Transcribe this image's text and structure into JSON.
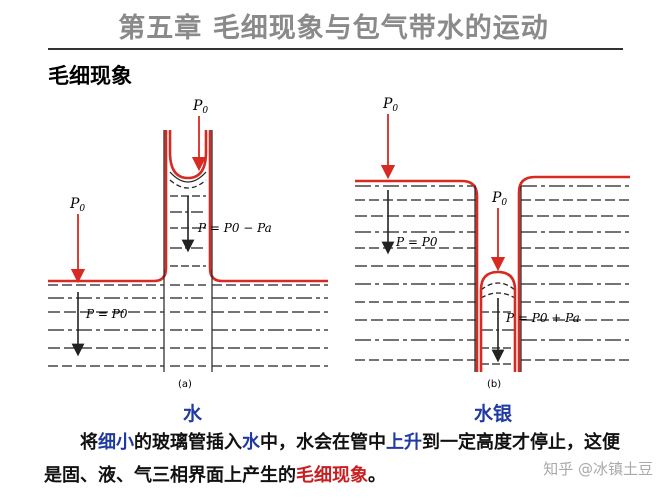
{
  "slide": {
    "title": "第五章 毛细现象与包气带水的运动",
    "section_title": "毛细现象"
  },
  "figure": {
    "colors": {
      "liquid": "#d62a22",
      "line": "#222222",
      "arrow": "#d62a22"
    },
    "panel_a": {
      "label": "(a)",
      "p0": "P",
      "sub0": "0",
      "eq_in_tube": "P = P0 − Pa",
      "eq_outside": "P = P0"
    },
    "panel_b": {
      "label": "(b)",
      "p0": "P",
      "sub0": "0",
      "eq_outside": "P = P0",
      "eq_in_tube": "P = P0 + Pa"
    }
  },
  "captions": {
    "water": "水",
    "mercury": "水银"
  },
  "description": {
    "p1": "将",
    "p2": "细小",
    "p3": "的玻璃管插入",
    "p4": "水",
    "p5": "中，水会在管中",
    "p6": "上升",
    "p7": "到一定高度才停止，这便是固、液、气三相界面上产生的",
    "p8": "毛细现象",
    "p9": "。"
  },
  "watermark": "知乎 @冰镇土豆"
}
